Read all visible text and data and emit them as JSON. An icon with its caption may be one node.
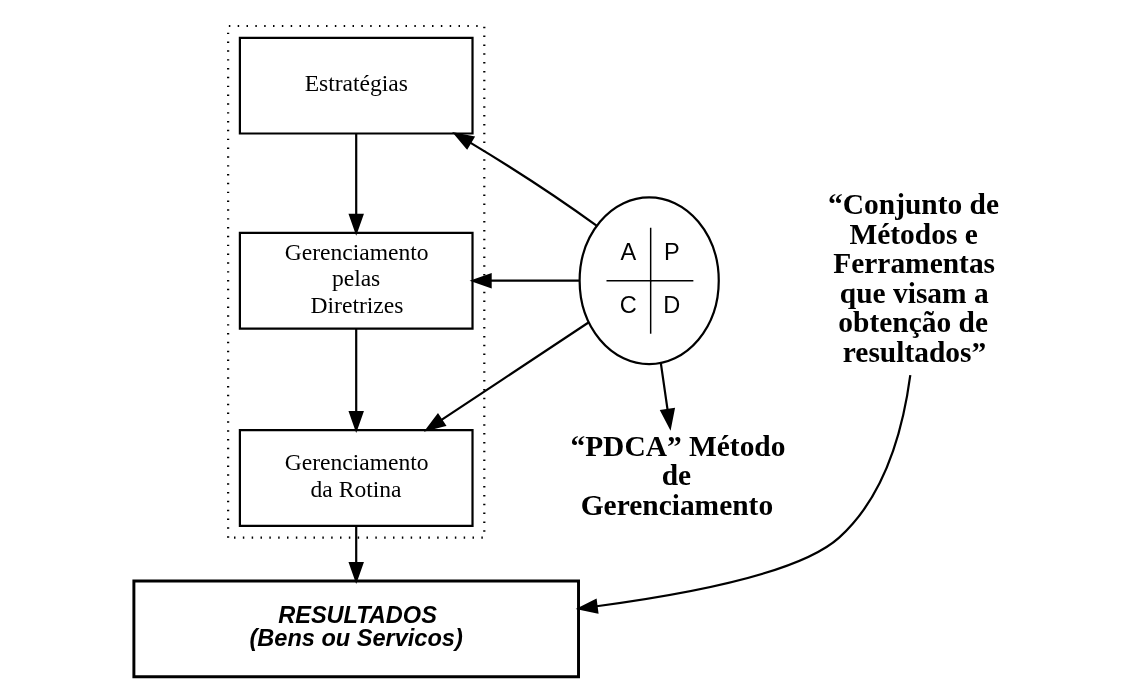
{
  "diagram": {
    "nodes": [
      {
        "text": [],
        "shape": "box"
      },
      {
        "text": [
          "Estratégias"
        ],
        "in": 0
      },
      {
        "text": [
          "Gerenciamento pelas Diretrizes"
        ],
        "in": 0
      },
      {
        "text": [
          "Gerenciamento da Rotina"
        ],
        "in": 0
      },
      {
        "text": [
          "RESULTADOS",
          "(Bens ou Servicos)"
        ]
      },
      {
        "text": [
          "A",
          "P",
          "C",
          "D"
        ]
      },
      {
        "text": [
          "“Conjunto de Métodos e Ferramentas que visam a obtenção de resultados”"
        ]
      },
      {
        "text": [
          "“PDCA” Método de Gerenciamento"
        ]
      }
    ],
    "edges": [
      {
        "from": 1,
        "to": 2,
        "arrow": "to"
      },
      {
        "from": 2,
        "to": 3,
        "arrow": "to"
      },
      {
        "from": 3,
        "to": 4,
        "arrow": "to"
      },
      {
        "from": 5,
        "to": 1,
        "arrow": "to"
      },
      {
        "from": 5,
        "to": 2,
        "arrow": "to"
      },
      {
        "from": 5,
        "to": 3,
        "arrow": "to"
      },
      {
        "from": 5,
        "to": 7,
        "arrow": "to"
      },
      {
        "from": 6,
        "to": 4,
        "arrow": "to"
      }
    ]
  }
}
